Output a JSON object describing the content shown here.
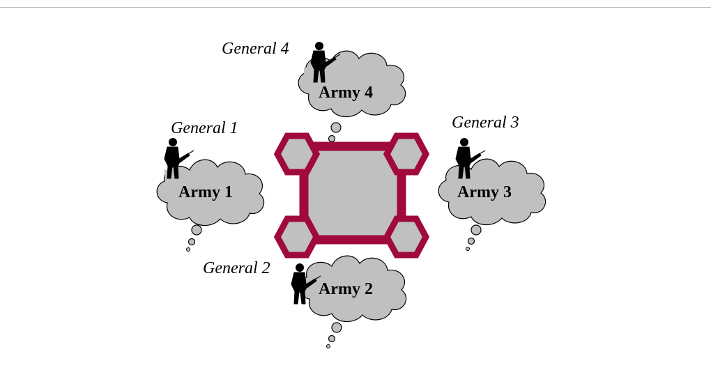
{
  "colors": {
    "fortress": "#a00a3a",
    "fill": "#c0c0c0",
    "outline": "#000000",
    "silhouette": "#000000",
    "rule": "#b4b4b4"
  },
  "icons": {
    "general": "general-silhouette-icon",
    "army": "cloud-icon",
    "city": "fortress-icon"
  },
  "armies": [
    {
      "general_label": "General 1",
      "army_label": "Army 1"
    },
    {
      "general_label": "General 2",
      "army_label": "Army 2"
    },
    {
      "general_label": "General 3",
      "army_label": "Army 3"
    },
    {
      "general_label": "General 4",
      "army_label": "Army 4"
    }
  ]
}
